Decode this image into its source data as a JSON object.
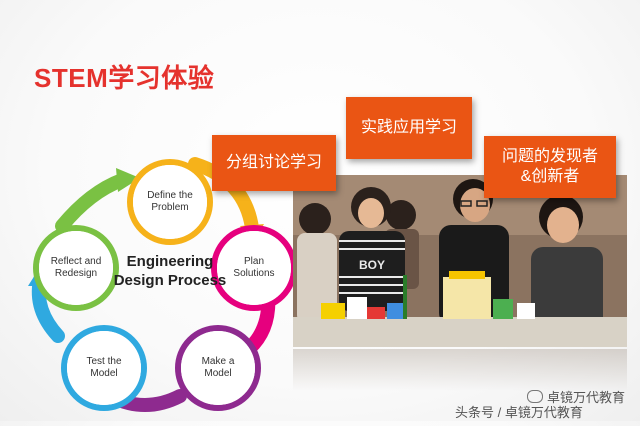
{
  "title": "STEM学习体验",
  "boxes": {
    "group_discussion": "分组讨论学习",
    "practice": "实践应用学习",
    "discoverer_line1": "问题的发现者",
    "discoverer_line2": "&创新者"
  },
  "diagram": {
    "center_line1": "Engineering",
    "center_line2": "Design Process",
    "steps": [
      {
        "line1": "Define the",
        "line2": "Problem"
      },
      {
        "line1": "Plan",
        "line2": "Solutions"
      },
      {
        "line1": "Make a",
        "line2": "Model"
      },
      {
        "line1": "Test the",
        "line2": "Model"
      },
      {
        "line1": "Reflect and",
        "line2": "Redesign"
      }
    ],
    "colors": {
      "define": "#f6b21a",
      "plan": "#e6007e",
      "make": "#8e2a8f",
      "test": "#2fa9e0",
      "reflect": "#7ac143"
    }
  },
  "photo": {
    "shirt_text": "BOY"
  },
  "watermark": {
    "line1": "卓镜万代教育",
    "line2": "头条号 / 卓镜万代教育"
  },
  "colors": {
    "title": "#e5322d",
    "box": "#ea5514"
  }
}
